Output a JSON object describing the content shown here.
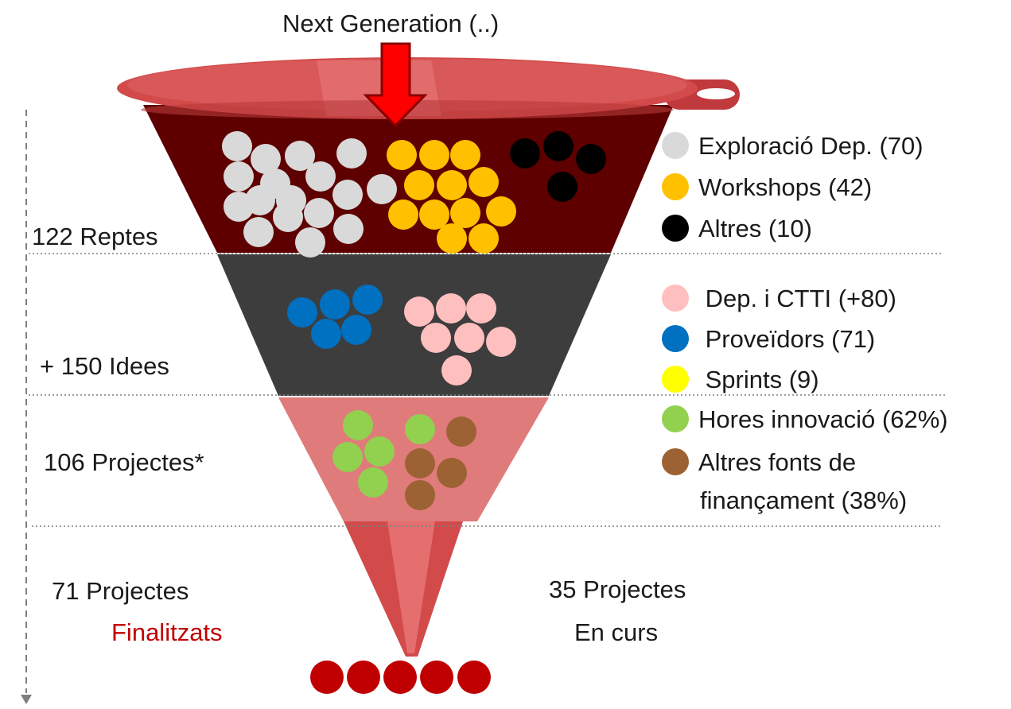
{
  "top_label": "Next Generation (..)",
  "stages": {
    "reptes": "122 Reptes",
    "idees": "+ 150 Idees",
    "projectes": "106 Projectes*",
    "finalitzats_count": "71 Projectes",
    "finalitzats_word": "Finalitzats",
    "en_curs_count": "35 Projectes",
    "en_curs_word": "En curs"
  },
  "legend_reptes": [
    {
      "label": "Exploració Dep. (70)",
      "color": "#d9d9d9"
    },
    {
      "label": "Workshops (42)",
      "color": "#ffc000"
    },
    {
      "label": "Altres (10)",
      "color": "#000000"
    }
  ],
  "legend_idees": [
    {
      "label": " Dep. i CTTI (+80)",
      "color": "#ffbfbf"
    },
    {
      "label": " Proveïdors (71)",
      "color": "#0070c0"
    },
    {
      "label": " Sprints (9)",
      "color": "#ffff00"
    }
  ],
  "legend_projectes": [
    {
      "label": "Hores innovació (62%)",
      "color": "#92d050"
    },
    {
      "label": "Altres fonts de",
      "label2": "finançament (38%)",
      "color": "#9c6233"
    }
  ],
  "colors": {
    "funnel_rim": "#d24a4a",
    "reptes_band": "#5e0000",
    "idees_band": "#3d3d3d",
    "projectes_band": "#e07b7b",
    "arrow": "#ff0000",
    "finalitzats_text": "#c00000",
    "output_dot": "#c00000"
  }
}
